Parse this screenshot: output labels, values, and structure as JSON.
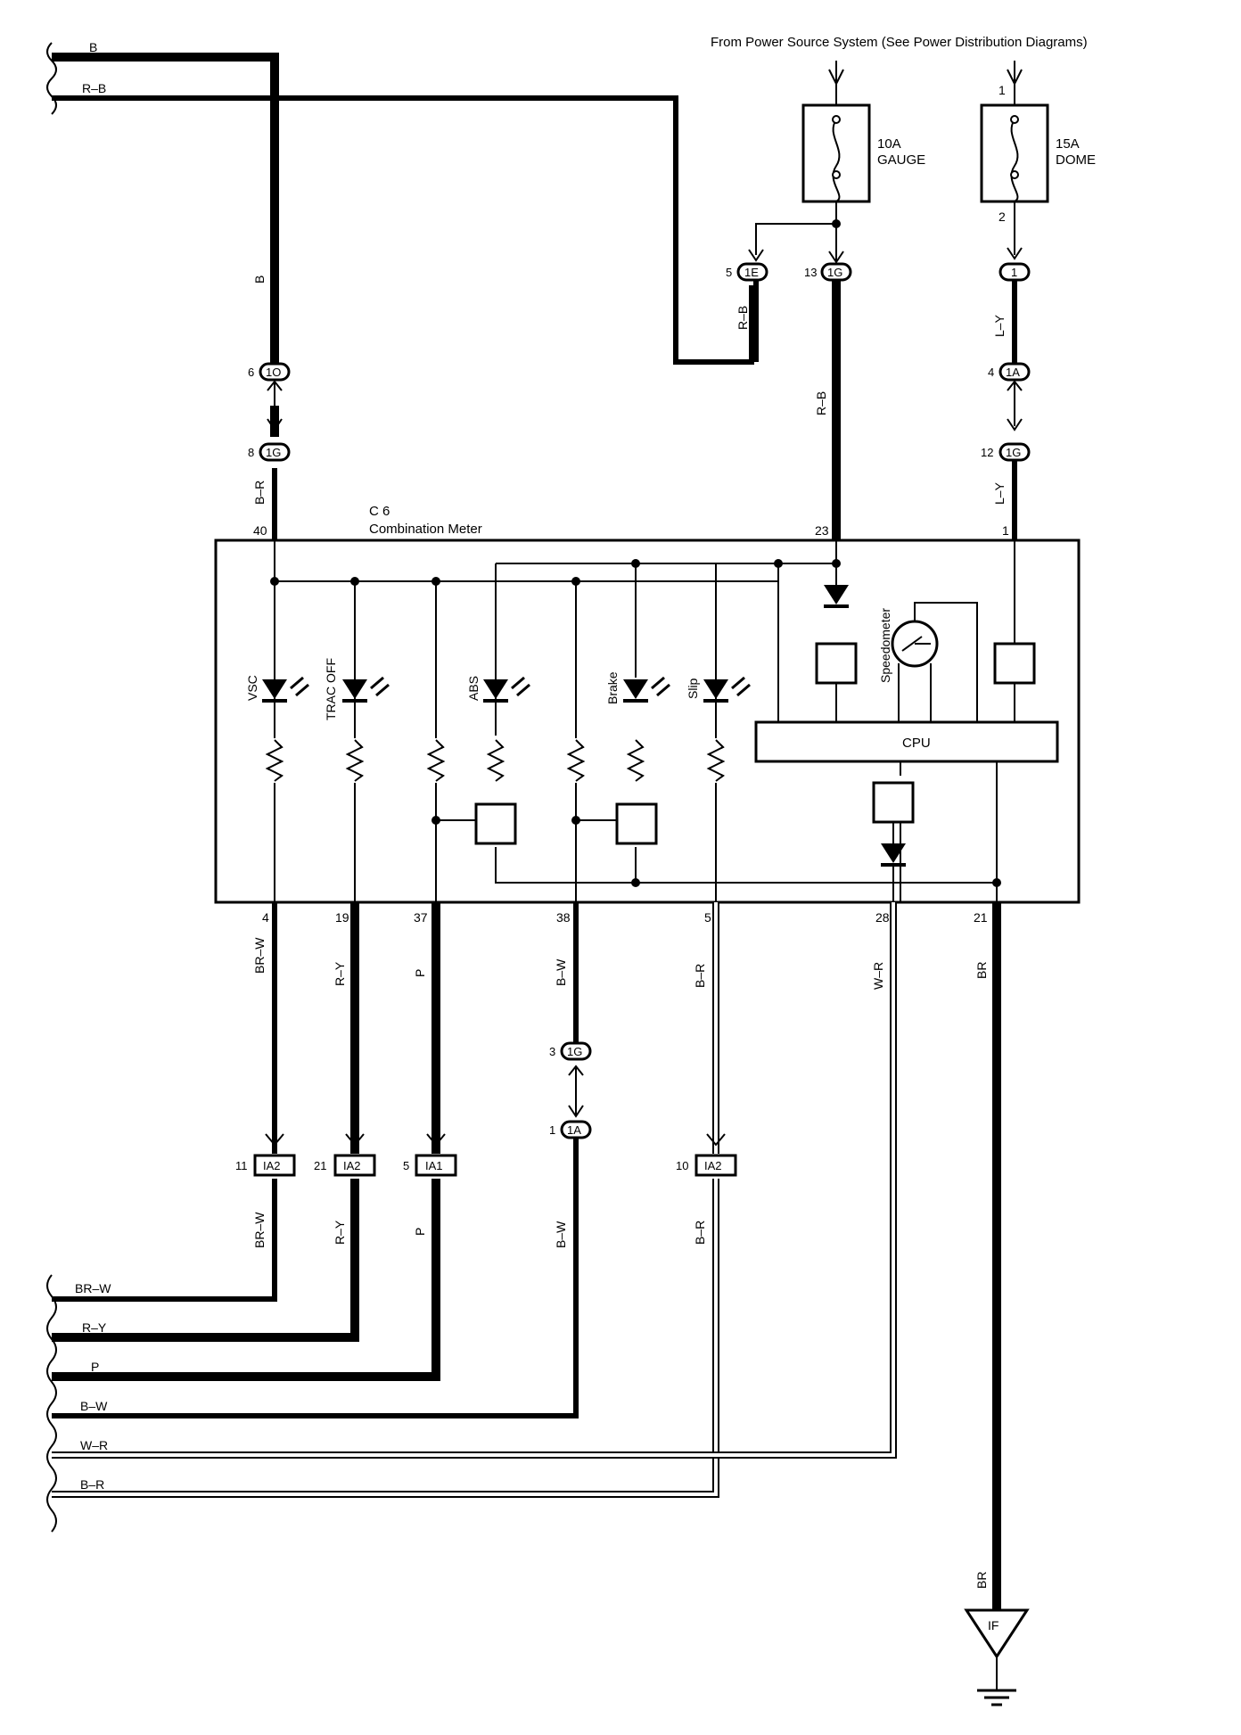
{
  "header": {
    "source_note": "From Power Source System (See Power Distribution Diagrams)"
  },
  "fuses": [
    {
      "rating": "10A",
      "name": "GAUGE"
    },
    {
      "rating": "15A",
      "name": "DOME",
      "pin_in": "1",
      "pin_out": "2"
    }
  ],
  "component": {
    "id": "C 6",
    "name": "Combination Meter",
    "cpu_label": "CPU",
    "speedometer_label": "Speedometer"
  },
  "indicators": [
    "VSC",
    "TRAC OFF",
    "ABS",
    "Brake",
    "Slip"
  ],
  "top_pins": {
    "left": "40",
    "mid": "23",
    "right": "1"
  },
  "bottom_pins": [
    "4",
    "19",
    "37",
    "38",
    "5",
    "28",
    "21"
  ],
  "wire_colors": {
    "b": "B",
    "rb": "R–B",
    "br_r": "B–R",
    "ly": "L–Y",
    "brw": "BR–W",
    "ry": "R–Y",
    "p": "P",
    "bw": "B–W",
    "wr": "W–R",
    "br": "BR"
  },
  "connectors": {
    "c1e": {
      "pin": "5",
      "id": "1E"
    },
    "c1g_top": {
      "pin": "13",
      "id": "1G"
    },
    "c1_dome": {
      "id": "1"
    },
    "c1o": {
      "pin": "6",
      "id": "1O"
    },
    "c1a_r": {
      "pin": "4",
      "id": "1A"
    },
    "c1g_l": {
      "pin": "8",
      "id": "1G"
    },
    "c1g_r": {
      "pin": "12",
      "id": "1G"
    },
    "c1g_b": {
      "pin": "3",
      "id": "1G"
    },
    "c1a_b": {
      "pin": "1",
      "id": "1A"
    }
  },
  "ia_connectors": [
    {
      "pin": "11",
      "id": "IA2"
    },
    {
      "pin": "21",
      "id": "IA2"
    },
    {
      "pin": "5",
      "id": "IA1"
    },
    {
      "pin": "10",
      "id": "IA2"
    }
  ],
  "ground": {
    "id": "IF"
  }
}
